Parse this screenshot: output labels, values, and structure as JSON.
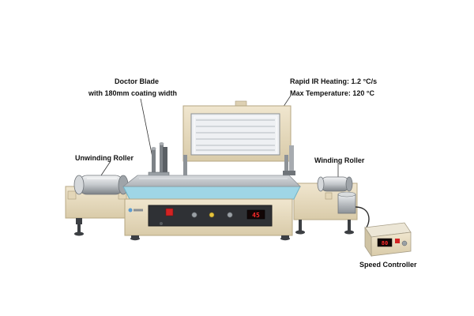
{
  "annotations": {
    "doctor_blade_line1": "Doctor Blade",
    "doctor_blade_line2": "with 180mm coating width",
    "ir_line1": "Rapid IR Heating: 1.2 °C/s",
    "ir_line2": "Max Temperature: 120 °C",
    "unwinding_roller": "Unwinding Roller",
    "winding_roller": "Winding Roller",
    "speed_controller": "Speed Controller"
  },
  "displays": {
    "main_display": "45",
    "speed_display": "80"
  },
  "colors": {
    "body_beige": "#e8dcc2",
    "bed_blue": "#9fd6e6",
    "panel_dark": "#2f3135",
    "led_red": "#ff2a2a",
    "metal": "#c8cbce"
  }
}
